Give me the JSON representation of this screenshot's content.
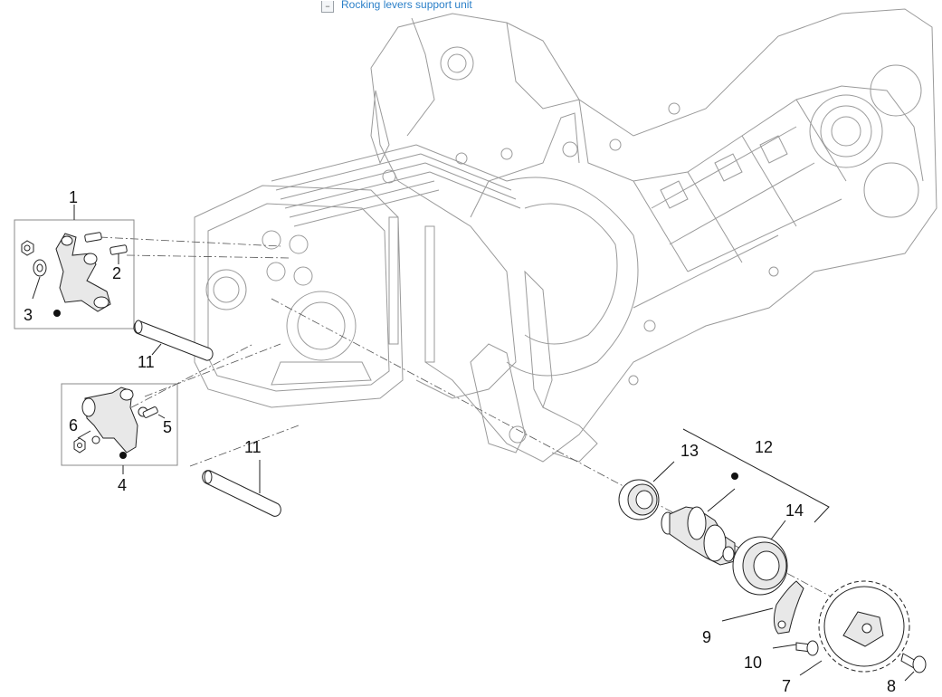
{
  "header": {
    "title": "Rocking levers support unit"
  },
  "callouts": {
    "c1": "1",
    "c2": "2",
    "c3": "3",
    "c4": "4",
    "c5": "5",
    "c6": "6",
    "c7": "7",
    "c8": "8",
    "c9": "9",
    "c10": "10",
    "c11a": "11",
    "c11b": "11",
    "c12": "12",
    "c13": "13",
    "c14": "14"
  },
  "colors": {
    "title_link": "#2a7fc8",
    "line_art": "#222222",
    "background": "#ffffff"
  }
}
